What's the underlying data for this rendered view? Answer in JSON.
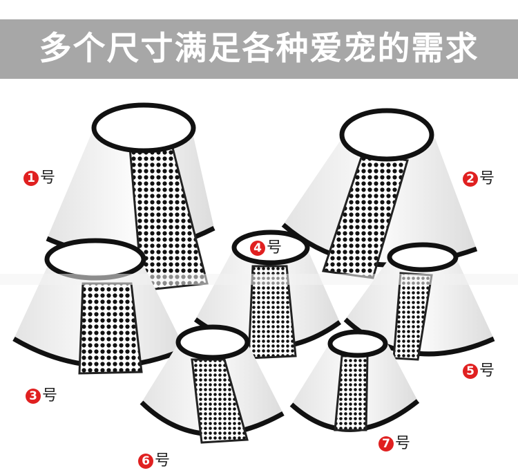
{
  "banner": {
    "title": "多个尺寸满足各种爱宠的需求"
  },
  "colors": {
    "banner_bg": "#a7a7a7",
    "badge": "#e02020",
    "cone_body": "#ececec",
    "rim": "#111111",
    "panel_dots": "#111111"
  },
  "labels": [
    {
      "number": "1",
      "suffix": "号"
    },
    {
      "number": "2",
      "suffix": "号"
    },
    {
      "number": "3",
      "suffix": "号"
    },
    {
      "number": "4",
      "suffix": "号"
    },
    {
      "number": "5",
      "suffix": "号"
    },
    {
      "number": "6",
      "suffix": "号"
    },
    {
      "number": "7",
      "suffix": "号"
    }
  ]
}
